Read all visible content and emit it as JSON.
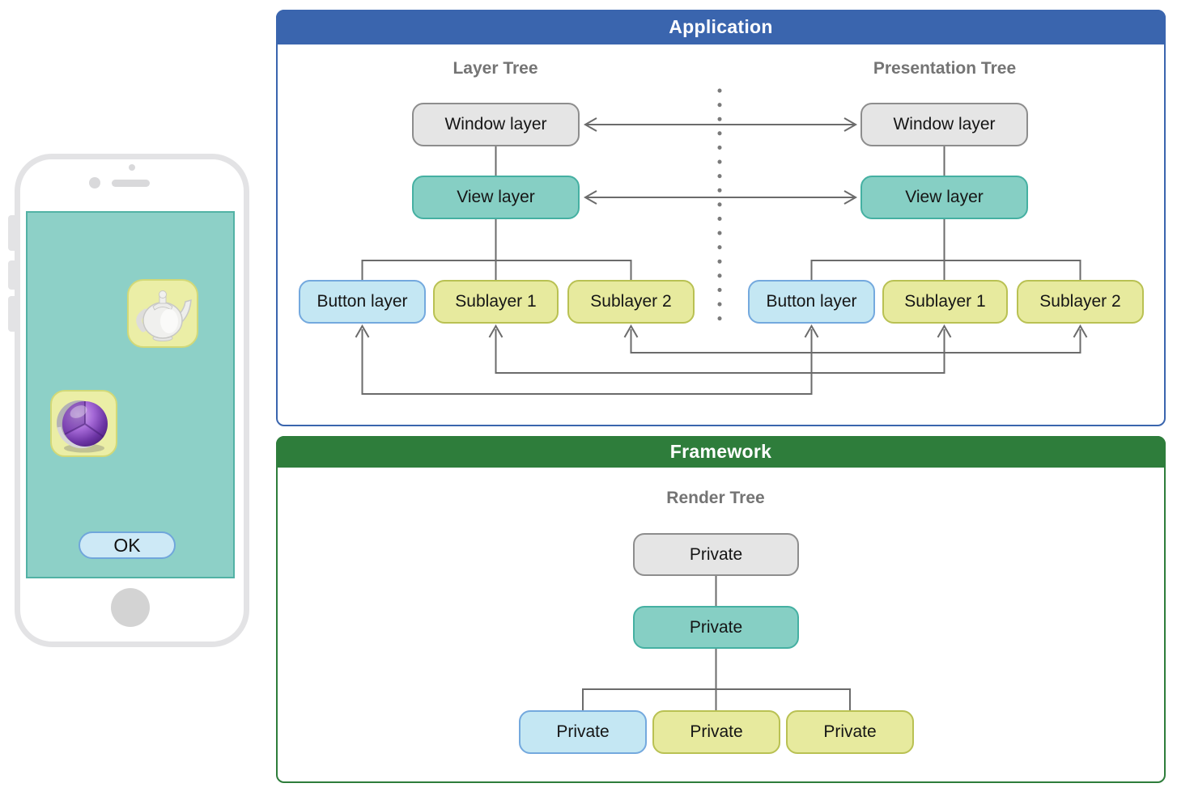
{
  "application": {
    "title": "Application",
    "layer_tree": {
      "title": "Layer Tree",
      "window_layer": "Window layer",
      "view_layer": "View layer",
      "button_layer": "Button layer",
      "sublayer_1": "Sublayer 1",
      "sublayer_2": "Sublayer 2"
    },
    "presentation_tree": {
      "title": "Presentation Tree",
      "window_layer": "Window layer",
      "view_layer": "View layer",
      "button_layer": "Button layer",
      "sublayer_1": "Sublayer 1",
      "sublayer_2": "Sublayer 2"
    }
  },
  "framework": {
    "title": "Framework",
    "render_tree": {
      "title": "Render Tree",
      "root_node": "Private",
      "view_node": "Private",
      "child_1": "Private",
      "child_2": "Private",
      "child_3": "Private"
    }
  },
  "phone": {
    "ok_button_label": "OK",
    "icons": [
      "teapot-icon",
      "purple-sphere-icon"
    ]
  },
  "colors": {
    "application_accent": "#3a65ae",
    "framework_accent": "#2e7d3b",
    "node_gray": "#e5e5e5",
    "node_teal": "#86cfc4",
    "node_blue": "#c4e7f3",
    "node_yellow": "#e7ea9e",
    "phone_screen_teal": "#8dd0c7",
    "connector_gray": "#6b6b6b"
  }
}
